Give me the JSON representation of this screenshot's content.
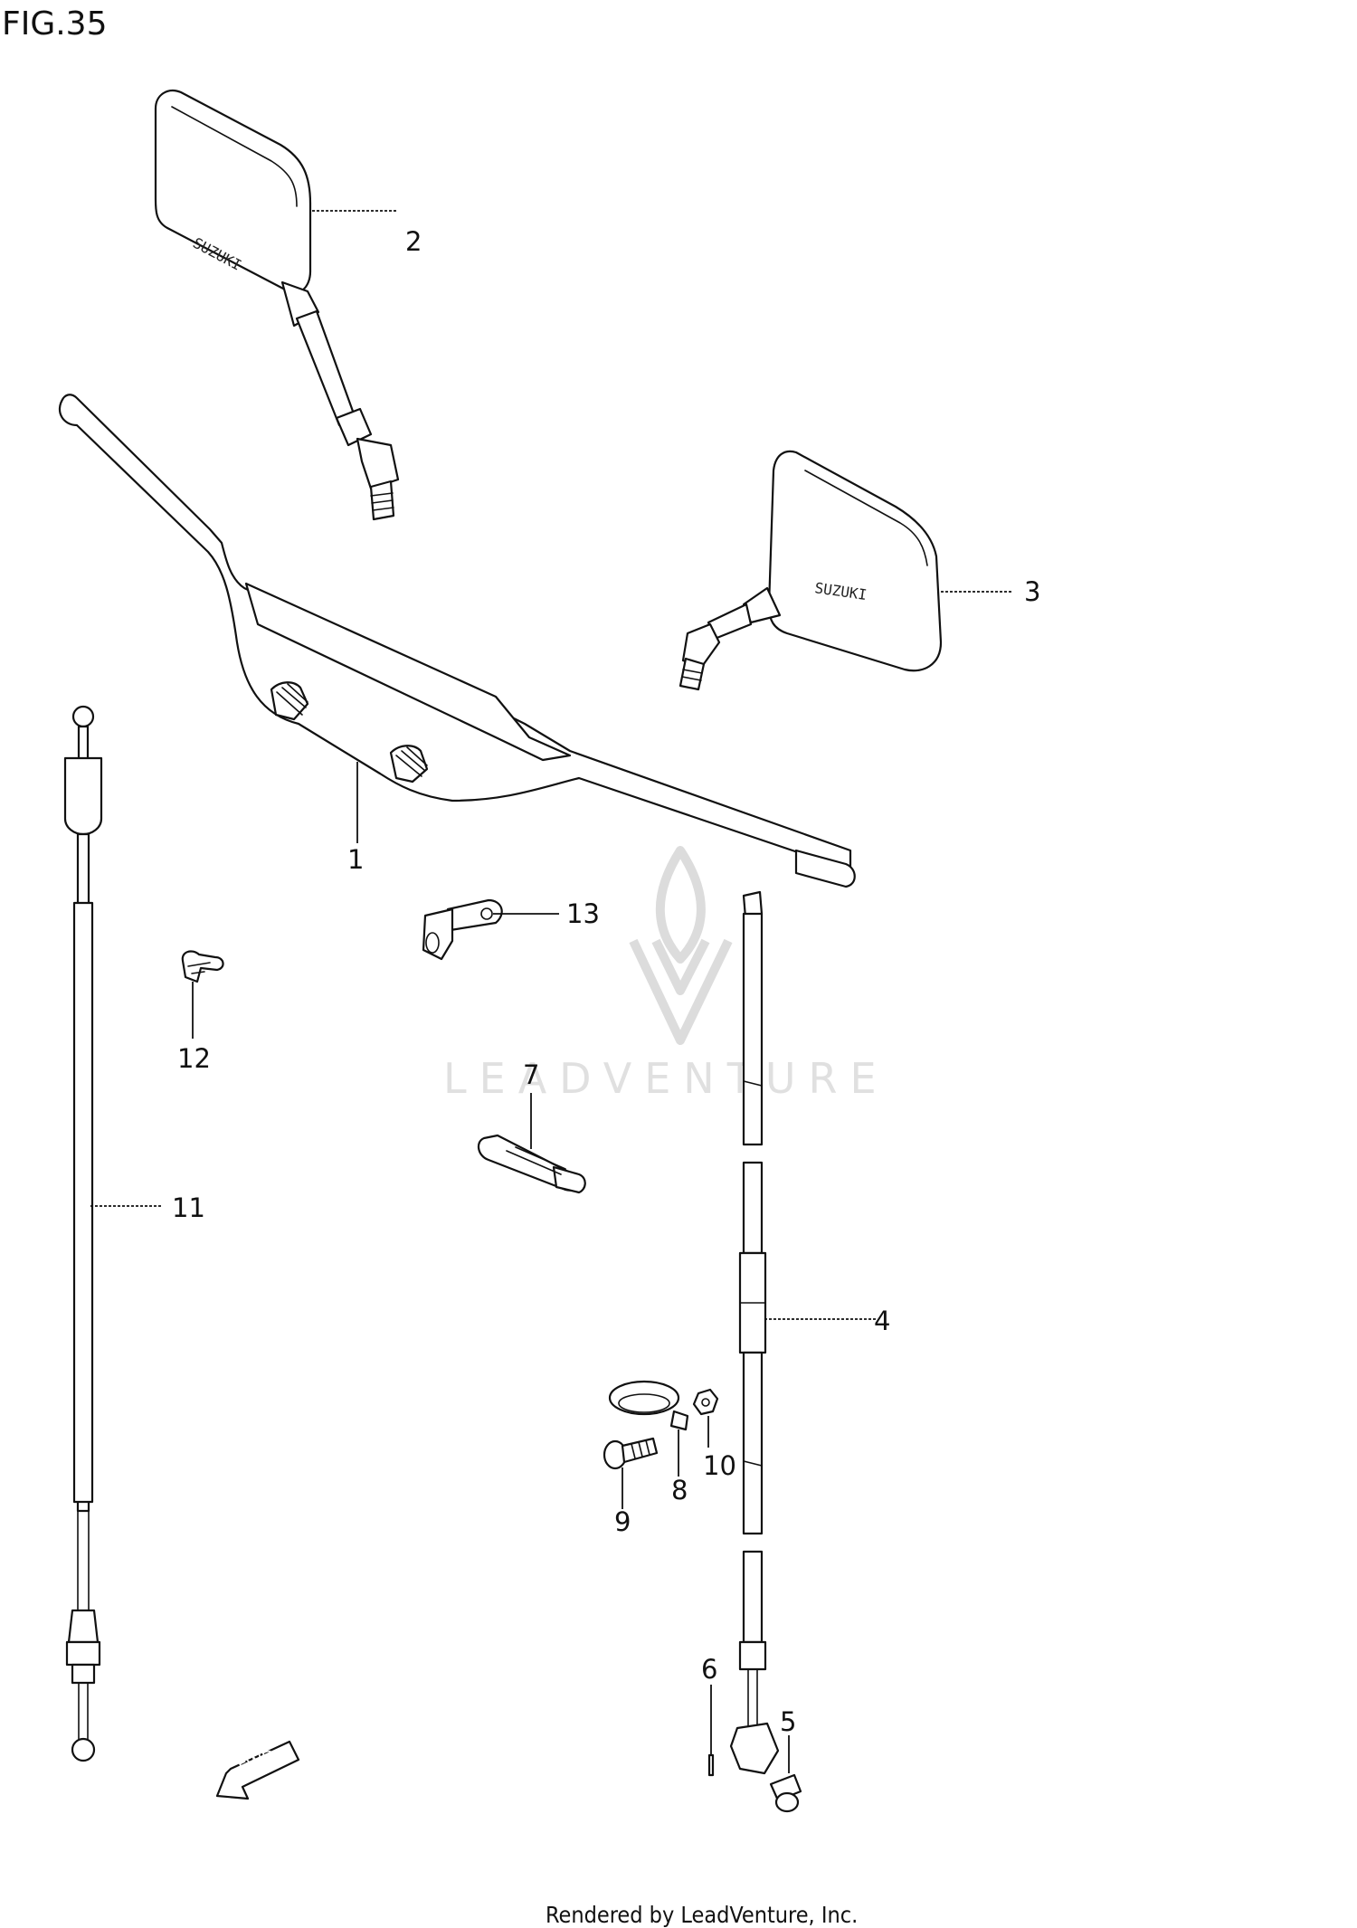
{
  "figure_label": "FIG.35",
  "footer_text": "Rendered by LeadVenture, Inc.",
  "watermark_text": "LEADVENTURE",
  "fwd_arrow_label": "FWD",
  "mirror_brand_text": "SUZUKI",
  "callouts": [
    "1",
    "2",
    "3",
    "4",
    "5",
    "6",
    "7",
    "8",
    "9",
    "10",
    "11",
    "12",
    "13"
  ]
}
